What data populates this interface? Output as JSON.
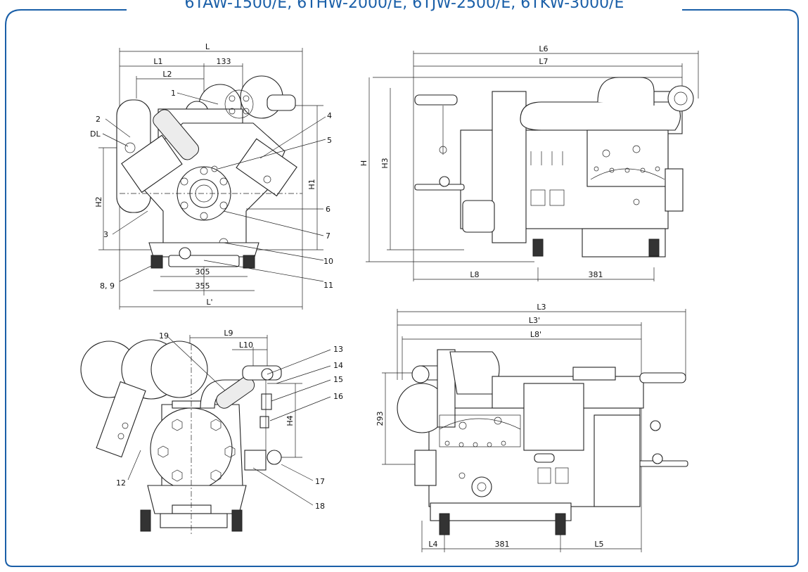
{
  "title": "6TAW-1500/E, 6THW-2000/E, 6TJW-2500/E, 6TKW-3000/E",
  "colors": {
    "frame": "#1a5fa8",
    "title": "#1a5fa8",
    "line": "#222222"
  },
  "views": {
    "front": {
      "dims": {
        "L": "L",
        "L1": "L1",
        "L2": "L2",
        "d133": "133",
        "d305": "305",
        "d355": "355",
        "Lp": "L'",
        "H1": "H1",
        "H2": "H2"
      },
      "callouts": {
        "c1": "1",
        "c2": "2",
        "dl": "DL",
        "c3": "3",
        "c4": "4",
        "c5": "5",
        "c6": "6",
        "c7": "7",
        "c89": "8, 9",
        "c10": "10",
        "c11": "11"
      }
    },
    "side": {
      "dims": {
        "L6": "L6",
        "L7": "L7",
        "H": "H",
        "H3": "H3",
        "L8": "L8",
        "d381": "381"
      }
    },
    "rear": {
      "dims": {
        "L9": "L9",
        "L10": "L10",
        "H4": "H4"
      },
      "callouts": {
        "c12": "12",
        "c13": "13",
        "c14": "14",
        "c15": "15",
        "c16": "16",
        "c17": "17",
        "c18": "18",
        "c19": "19"
      }
    },
    "top": {
      "dims": {
        "L3": "L3",
        "L3p": "L3'",
        "L8p": "L8'",
        "d293": "293",
        "L4": "L4",
        "d381": "381",
        "L5": "L5"
      }
    }
  }
}
